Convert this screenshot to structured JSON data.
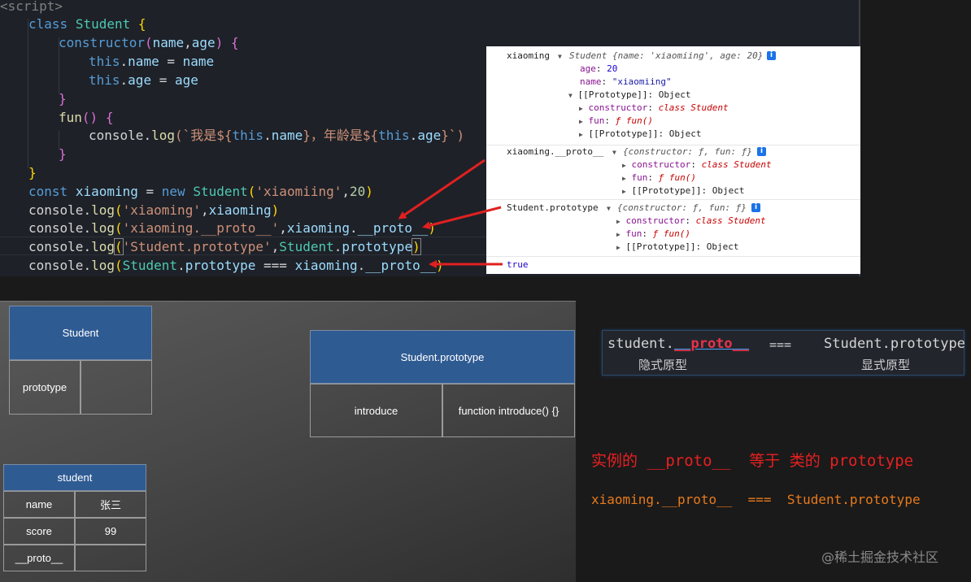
{
  "code": {
    "lines": [
      [
        "<script>"
      ],
      [
        "class",
        " ",
        "Student",
        " ",
        "{"
      ],
      [
        "constructor",
        "(",
        "name",
        ",",
        "age",
        ")",
        " ",
        "{"
      ],
      [
        "this",
        ".",
        "name",
        " = ",
        "name"
      ],
      [
        "this",
        ".",
        "age",
        " = ",
        "age"
      ],
      [
        "}"
      ],
      [
        "fun",
        "()",
        " ",
        "{"
      ],
      [
        "console",
        ".",
        "log",
        "(`我是${",
        "this",
        ".",
        "name",
        "}，年龄是${",
        "this",
        ".",
        "age",
        "}`)"
      ],
      [
        "}"
      ],
      [
        "}"
      ],
      [
        "const",
        " ",
        "xiaoming",
        " = ",
        "new",
        " ",
        "Student",
        "(",
        "'xiaomiing'",
        ",",
        "20",
        ")"
      ],
      [
        "console",
        ".",
        "log",
        "(",
        "'xiaoming'",
        ",",
        "xiaoming",
        ")"
      ],
      [
        "console",
        ".",
        "log",
        "(",
        "'xiaoming.__proto__'",
        ",",
        "xiaoming",
        ".",
        "__proto__",
        ")"
      ],
      [
        "console",
        ".",
        "log",
        "(",
        "'Student.prototype'",
        ",",
        "Student",
        ".",
        "prototype",
        ")"
      ],
      [
        "console",
        ".",
        "log",
        "(",
        "Student",
        ".",
        "prototype",
        " === ",
        "xiaoming",
        ".",
        "__proto__",
        ")"
      ]
    ]
  },
  "console": {
    "row1": {
      "label": "xiaoming",
      "summary": "Student {name: 'xiaomiing', age: 20}",
      "age_key": "age",
      "age_val": "20",
      "name_key": "name",
      "name_val": "\"xiaomiing\"",
      "proto_label": "[[Prototype]]: Object",
      "ctor_key": "constructor",
      "ctor_val": "class Student",
      "fun_key": "fun",
      "fun_val": "ƒ fun()",
      "proto2_label": "[[Prototype]]: Object"
    },
    "row2": {
      "label": "xiaoming.__proto__",
      "summary": "{constructor: ƒ, fun: ƒ}",
      "ctor_key": "constructor",
      "ctor_val": "class Student",
      "fun_key": "fun",
      "fun_val": "ƒ fun()",
      "proto_label": "[[Prototype]]: Object"
    },
    "row3": {
      "label": "Student.prototype",
      "summary": "{constructor: ƒ, fun: ƒ}",
      "ctor_key": "constructor",
      "ctor_val": "class Student",
      "fun_key": "fun",
      "fun_val": "ƒ fun()",
      "proto_label": "[[Prototype]]: Object"
    },
    "row4": {
      "value": "true"
    }
  },
  "diagram": {
    "student_class": {
      "title": "Student",
      "cell": "prototype"
    },
    "prototype_box": {
      "title": "Student.prototype",
      "key": "introduce",
      "value": "function introduce() {}"
    },
    "instance": {
      "title": "student",
      "rows": [
        {
          "key": "name",
          "value": "张三"
        },
        {
          "key": "score",
          "value": "99"
        },
        {
          "key": "__proto__",
          "value": ""
        }
      ]
    }
  },
  "compare": {
    "left": "student.",
    "left_bold": "__proto__",
    "op": "===",
    "right": "Student.prototype",
    "left_caption": "隐式原型",
    "right_caption": "显式原型"
  },
  "note_title": "实例的 __proto__  等于 类的 prototype",
  "note_line": "xiaoming.__proto__  ===  Student.prototype",
  "watermark": "@稀土掘金技术社区",
  "colors": {
    "arrow_red": "#e02020",
    "head_blue": "#2f5b93",
    "title_red": "#e82020",
    "note_orange": "#e87a1c"
  }
}
